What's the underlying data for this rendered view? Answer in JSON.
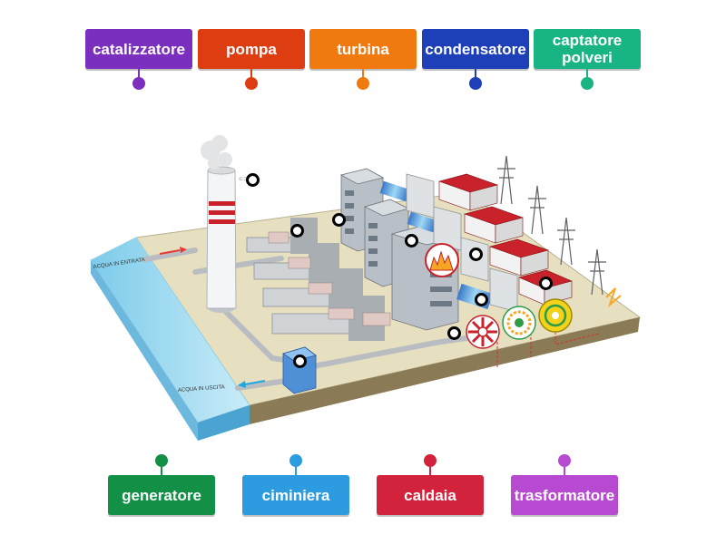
{
  "labels_top": [
    {
      "id": "catalizzatore",
      "text": "catalizzatore",
      "color": "#7b2fbe"
    },
    {
      "id": "pompa",
      "text": "pompa",
      "color": "#de3d12"
    },
    {
      "id": "turbina",
      "text": "turbina",
      "color": "#f07a10"
    },
    {
      "id": "condensatore",
      "text": "condensatore",
      "color": "#1d3fb8"
    },
    {
      "id": "captatore",
      "text": "captatore polveri",
      "color": "#19b484"
    }
  ],
  "labels_bottom": [
    {
      "id": "generatore",
      "text": "generatore",
      "color": "#129046"
    },
    {
      "id": "ciminiera",
      "text": "ciminiera",
      "color": "#2d9be0"
    },
    {
      "id": "caldaia",
      "text": "caldaia",
      "color": "#d3223b"
    },
    {
      "id": "trasformatore",
      "text": "trasformatore",
      "color": "#b84ad1"
    }
  ],
  "diagram": {
    "water_in_label": "ACQUA IN ENTRATA",
    "water_out_label": "ACQUA IN USCITA"
  },
  "colors": {
    "water": "#8fd3ee",
    "ground": "#e6e0c0",
    "roof": "#c9222b",
    "fire": "#f5a623"
  }
}
